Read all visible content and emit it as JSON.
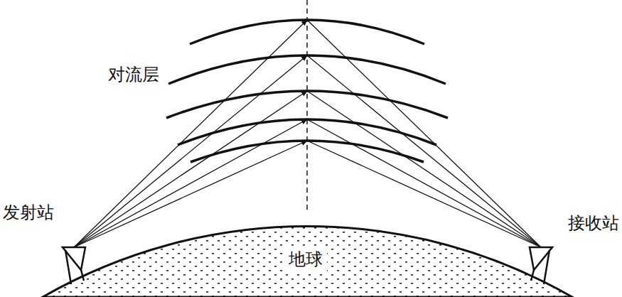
{
  "diagram": {
    "labels": [
      "对流层",
      "发射站",
      "接收站",
      "地球"
    ]
  }
}
